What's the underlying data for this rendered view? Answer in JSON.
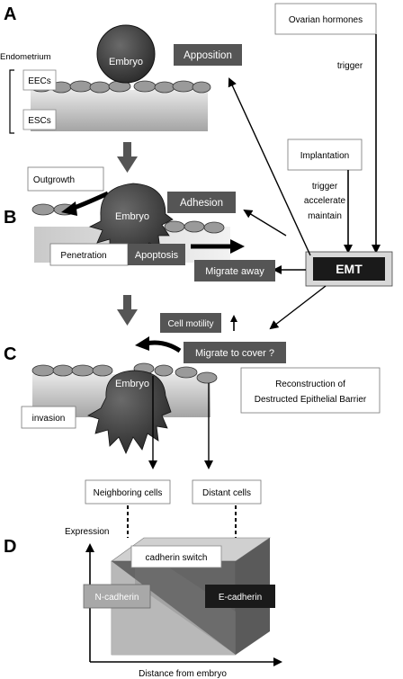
{
  "panels": {
    "a": "A",
    "b": "B",
    "c": "C",
    "d": "D"
  },
  "panel_a": {
    "endometrium": "Endometrium",
    "eecs": "EECs",
    "escs": "ESCs",
    "embryo": "Embryo",
    "apposition": "Apposition"
  },
  "hormones": {
    "ovarian": "Ovarian hormones",
    "trigger": "trigger"
  },
  "implantation": {
    "label": "Implantation",
    "trigger": "trigger",
    "accelerate": "accelerate",
    "maintain": "maintain"
  },
  "emt": "EMT",
  "panel_b": {
    "outgrowth": "Outgrowth",
    "embryo": "Embryo",
    "adhesion": "Adhesion",
    "penetration": "Penetration",
    "apoptosis": "Apoptosis",
    "migrate_away": "Migrate away"
  },
  "panel_c": {
    "cell_motility": "Cell motility",
    "migrate_cover": "Migrate to cover ?",
    "embryo": "Embryo",
    "invasion": "invasion",
    "reconstruction_1": "Reconstruction of",
    "reconstruction_2": "Destructed Epithelial Barrier"
  },
  "cells": {
    "neighboring": "Neighboring cells",
    "distant": "Distant cells"
  },
  "panel_d": {
    "expression": "Expression",
    "cadherin_switch": "cadherin switch",
    "n_cadherin": "N-cadherin",
    "e_cadherin": "E-cadherin",
    "distance": "Distance from embryo"
  },
  "colors": {
    "dark_box": "#555555",
    "black_box": "#1a1a1a",
    "tissue_top": "#e4e4e4",
    "tissue_bottom": "#a8a8a8",
    "embryo": "#3c3c3c",
    "cell": "#9a9a9a"
  }
}
